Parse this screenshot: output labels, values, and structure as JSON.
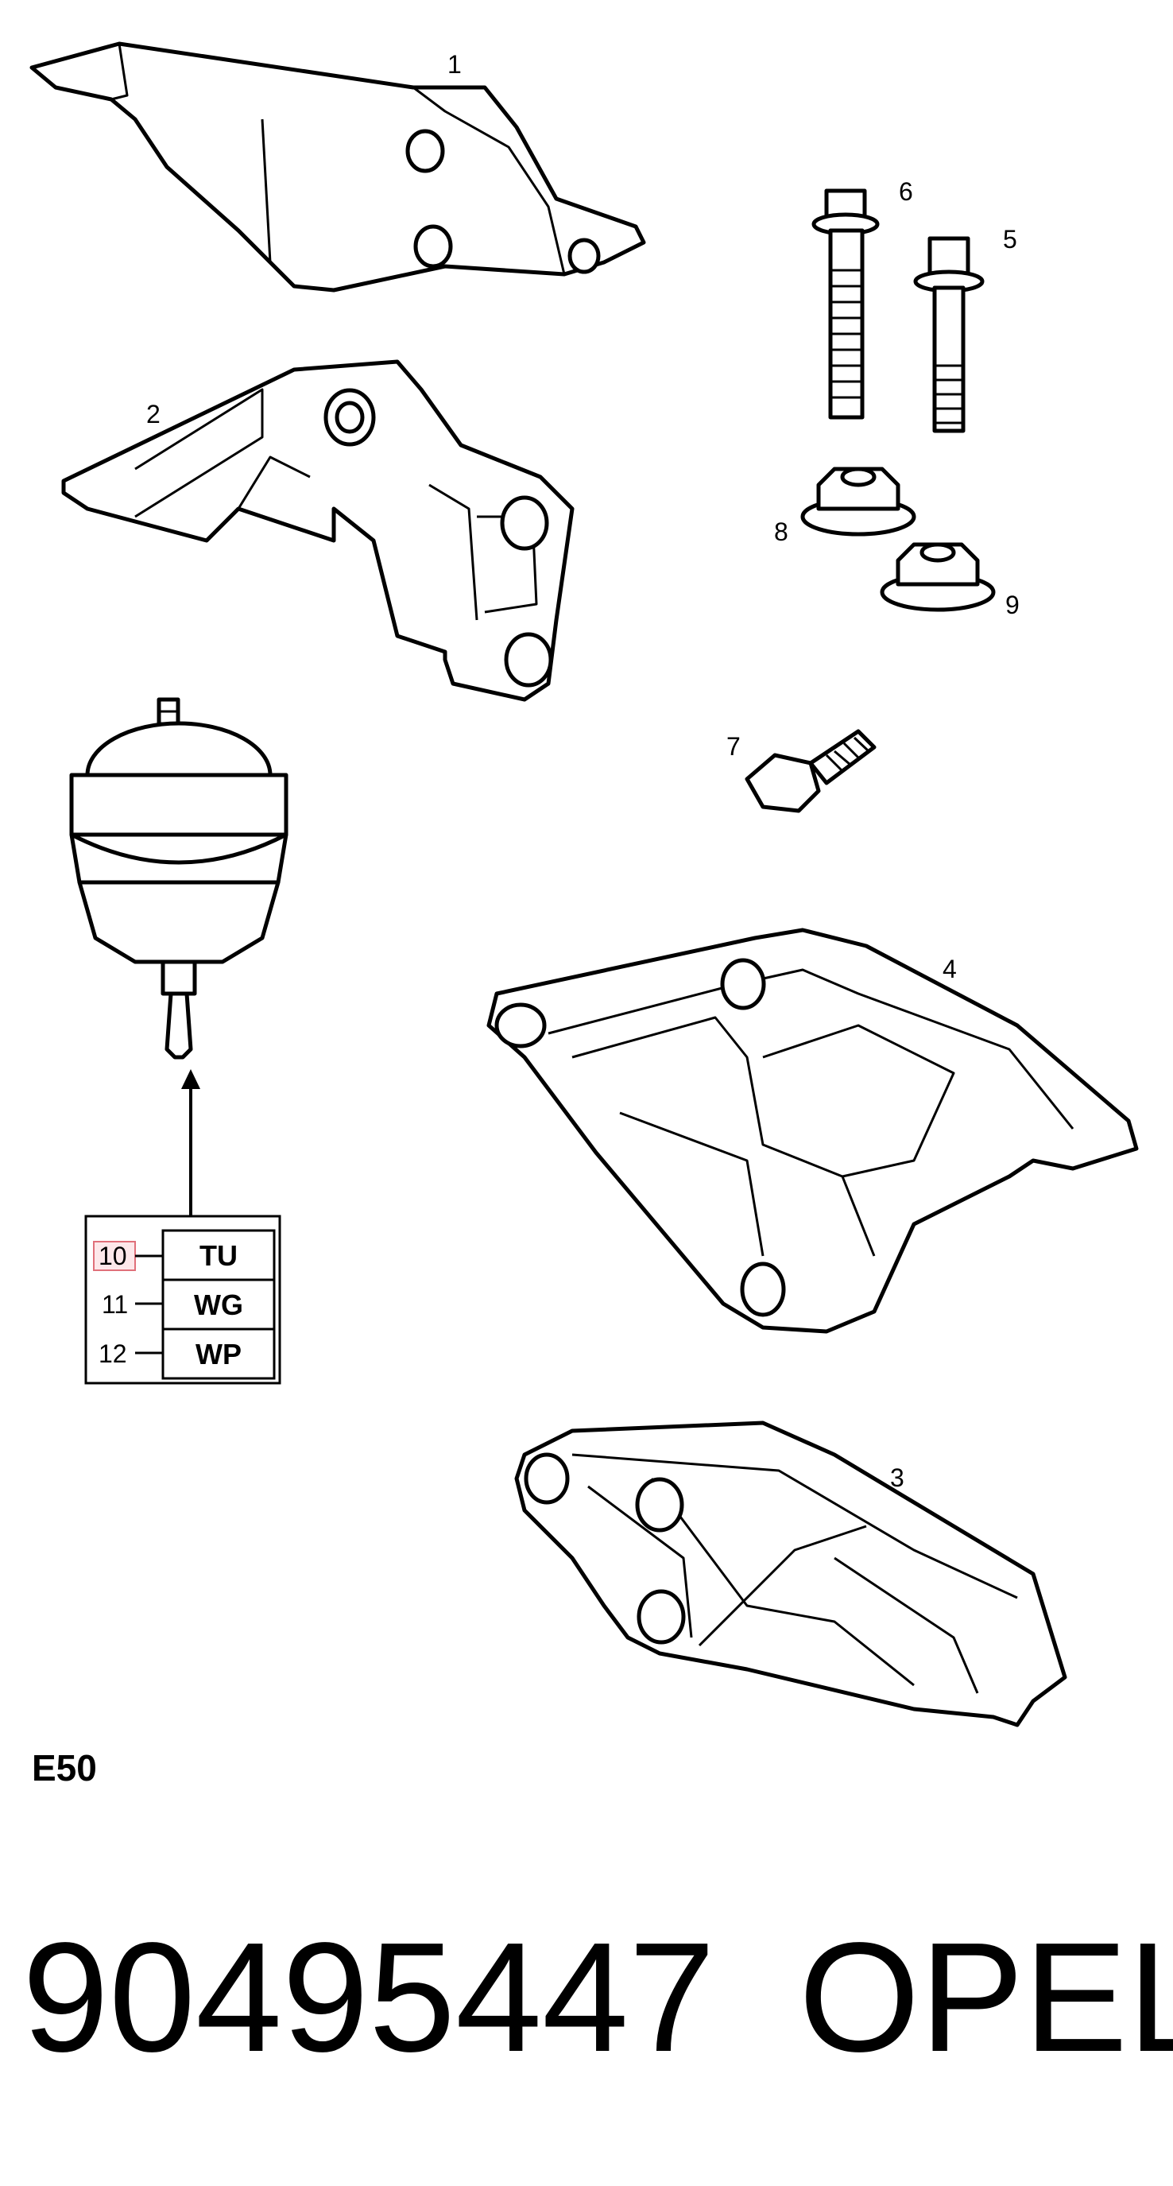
{
  "parts": [
    {
      "num": "1",
      "name": "bracket"
    },
    {
      "num": "2",
      "name": "bracket"
    },
    {
      "num": "3",
      "name": "bracket"
    },
    {
      "num": "4",
      "name": "bracket"
    },
    {
      "num": "5",
      "name": "bolt"
    },
    {
      "num": "6",
      "name": "bolt"
    },
    {
      "num": "7",
      "name": "bolt"
    },
    {
      "num": "8",
      "name": "nut"
    },
    {
      "num": "9",
      "name": "nut"
    }
  ],
  "variants": [
    {
      "num": "10",
      "code": "TU",
      "highlighted": true
    },
    {
      "num": "11",
      "code": "WG",
      "highlighted": false
    },
    {
      "num": "12",
      "code": "WP",
      "highlighted": false
    }
  ],
  "section_code": "E50",
  "part_number": "90495447",
  "brand": "OPEL",
  "colors": {
    "ink": "#000000",
    "highlight_border": "#e0707a",
    "highlight_fill": "#fde8ea"
  }
}
